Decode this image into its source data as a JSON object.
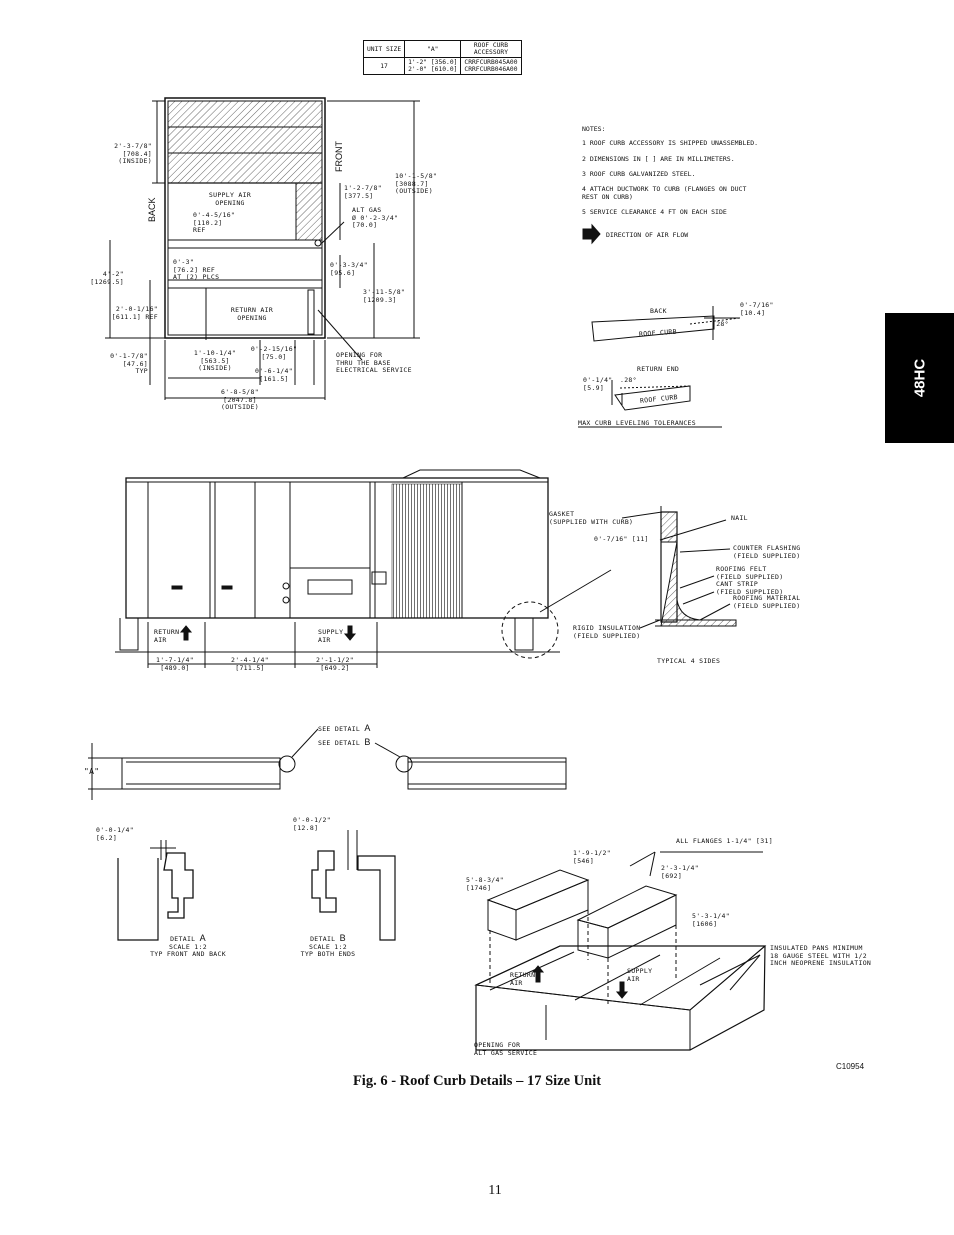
{
  "side_tab": {
    "label": "48HC"
  },
  "curb_table": {
    "headers": [
      "UNIT SIZE",
      "\"A\"",
      "ROOF CURB\nACCESSORY"
    ],
    "rows": [
      [
        "17",
        "1'-2\" [356.0]\n2'-0\" [610.0]",
        "CRRFCURB045A00\nCRRFCURB046A00"
      ]
    ]
  },
  "notes": {
    "title": "NOTES:",
    "items": [
      "1  ROOF CURB ACCESSORY IS SHIPPED UNASSEMBLED.",
      "2  DIMENSIONS IN [  ] ARE IN MILLIMETERS.",
      "3  ROOF CURB GALVANIZED STEEL.",
      "4  ATTACH DUCTWORK TO CURB (FLANGES ON DUCT",
      "   REST ON CURB)",
      "5  SERVICE CLEARANCE 4 FT ON EACH SIDE"
    ],
    "airflow_legend": "DIRECTION OF AIR FLOW"
  },
  "top_view": {
    "front": "FRONT",
    "back": "BACK",
    "dim_2_3_7_8": "2'-3-7/8\"",
    "dim_708": "[708.4]",
    "inside1": "(INSIDE)",
    "supply_open_1": "SUPPLY AIR",
    "supply_open_2": "OPENING",
    "dim_0_4_5_16": "0'-4-5/16\"",
    "dim_110": "[110.2]",
    "ref1": "REF",
    "dim_4_2": "4'-2\"",
    "dim_1269": "[1269.5]",
    "dim_0_3": "0'-3\"",
    "dim_76": "[76.2] REF",
    "at2": "AT (2) PLCS",
    "dim_2_0_1_16": "2'-0-1/16\"",
    "dim_611": "[611.1] REF",
    "return_open_1": "RETURN AIR",
    "return_open_2": "OPENING",
    "dim_0_1_7_8": "0'-1-7/8\"",
    "dim_47": "[47.6]",
    "typ": "TYP",
    "dim_1_10_1_4": "1'-10-1/4\"",
    "dim_563": "[563.5]",
    "inside2": "(INSIDE)",
    "dim_0_2_15_16": "0'-2-15/16\"",
    "dim_75": "[75.0]",
    "dim_0_6_1_4": "0'-6-1/4\"",
    "dim_161": "[161.5]",
    "dim_6_8_5_8": "6'-8-5/8\"",
    "dim_2047": "[2047.8]",
    "outside1": "(OUTSIDE)",
    "dim_10_1_5_8": "10'-1-5/8\"",
    "dim_3088": "[3088.7]",
    "outside2": "(OUTSIDE)",
    "dim_1_2_7_8": "1'-2-7/8\"",
    "dim_377": "[377.5]",
    "altgas": "ALT GAS",
    "altgas_dia": "Ø 0'-2-3/4\"",
    "dim_70": "[70.0]",
    "dim_0_3_3_4": "0'-3-3/4\"",
    "dim_95": "[95.6]",
    "dim_3_11_5_8": "3'-11-5/8\"",
    "dim_1209": "[1209.3]",
    "elec_1": "OPENING FOR",
    "elec_2": "THRU THE BASE",
    "elec_3": "ELECTRICAL SERVICE"
  },
  "tolerance": {
    "back": "BACK",
    "dim_0_7_16": "0'-7/16\"",
    "dim_10_4": "[10.4]",
    "angle1": ".28°",
    "roof_curb1": "ROOF CURB",
    "return_end": "RETURN END",
    "dim_0_1_4": "0'-1/4\"",
    "dim_5_9": "[5.9]",
    "angle2": ".28°",
    "roof_curb2": "ROOF CURB",
    "title": "MAX CURB LEVELING TOLERANCES"
  },
  "side_view": {
    "return_air_1": "RETURN",
    "return_air_2": "AIR",
    "supply_air_1": "SUPPLY",
    "supply_air_2": "AIR",
    "dim_1_7_1_4": "1'-7-1/4\"",
    "dim_489": "[489.0]",
    "dim_2_4_1_4": "2'-4-1/4\"",
    "dim_711": "[711.5]",
    "dim_2_1_1_2": "2'-1-1/2\"",
    "dim_649": "[649.2]"
  },
  "flashing": {
    "gasket_1": "GASKET",
    "gasket_2": "(SUPPLIED WITH CURB)",
    "nail": "NAIL",
    "dim_0_7_16": "0'-7/16\" [11]",
    "counter": "COUNTER FLASHING",
    "counter2": "(FIELD SUPPLIED)",
    "felt": "ROOFING FELT",
    "felt2": "(FIELD SUPPLIED)",
    "cant": "CANT STRIP",
    "cant2": "(FIELD SUPPLIED)",
    "material": "ROOFING MATERIAL",
    "material2": "(FIELD SUPPLIED)",
    "rigid": "RIGID INSULATION",
    "rigid2": "(FIELD SUPPLIED)",
    "typical": "TYPICAL 4 SIDES"
  },
  "curb_elev": {
    "see_a": "SEE DETAIL",
    "a": "A",
    "see_b": "SEE DETAIL",
    "b": "B",
    "a_label": "\"A\""
  },
  "detail_a": {
    "dim": "0'-0-1/4\"",
    "dim_mm": "[6.2]",
    "title": "DETAIL",
    "letter": "A",
    "scale": "SCALE  1:2",
    "typ": "TYP FRONT AND BACK"
  },
  "detail_b": {
    "dim": "0'-0-1/2\"",
    "dim_mm": "[12.8]",
    "title": "DETAIL",
    "letter": "B",
    "scale": "SCALE  1:2",
    "typ": "TYP BOTH ENDS"
  },
  "iso": {
    "flanges": "ALL FLANGES 1-1/4\" [31]",
    "dim_1_9_1_2": "1'-9-1/2\"",
    "dim_546": "[546]",
    "dim_2_3_1_4": "2'-3-1/4\"",
    "dim_692": "[692]",
    "dim_5_8_3_4": "5'-8-3/4\"",
    "dim_1746": "[1746]",
    "dim_5_3_1_4": "5'-3-1/4\"",
    "dim_1606": "[1606]",
    "pans_1": "INSULATED PANS MINIMUM",
    "pans_2": "18 GAUGE STEEL WITH 1/2",
    "pans_3": "INCH NEOPRENE INSULATION",
    "return_1": "RETURN",
    "return_2": "AIR",
    "supply_1": "SUPPLY",
    "supply_2": "AIR",
    "altgas_1": "OPENING FOR",
    "altgas_2": "ALT GAS SERVICE"
  },
  "figure": {
    "code": "C10954",
    "caption": "Fig. 6 -  Roof Curb Details – 17 Size Unit"
  },
  "page": {
    "number": "11"
  }
}
